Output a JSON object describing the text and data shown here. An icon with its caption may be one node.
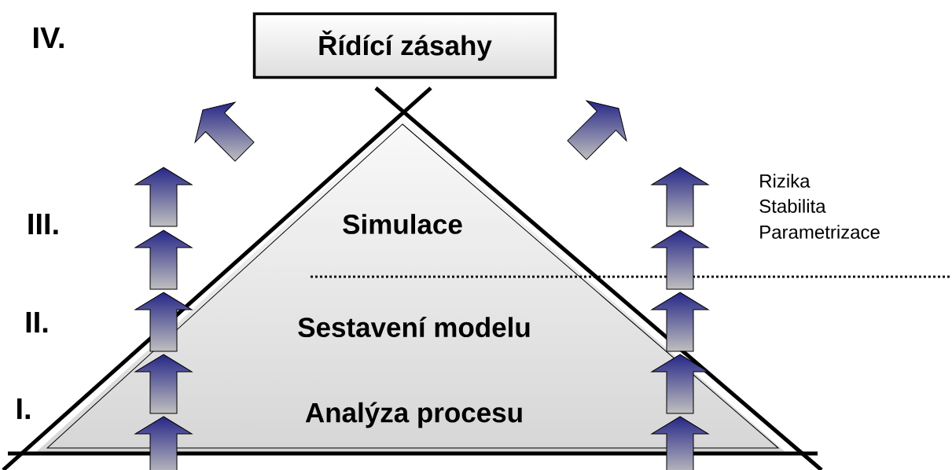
{
  "diagram": {
    "nodes": [
      {
        "text": [
          "Řídící zásahy"
        ]
      },
      {
        "text": [
          "Simulace",
          "Sestavení modelu",
          "Analýza procesu"
        ]
      }
    ],
    "labels": [
      "IV.",
      "III.",
      "II.",
      "I.",
      "Rizika",
      "Stabilita",
      "Parametrizace"
    ]
  }
}
